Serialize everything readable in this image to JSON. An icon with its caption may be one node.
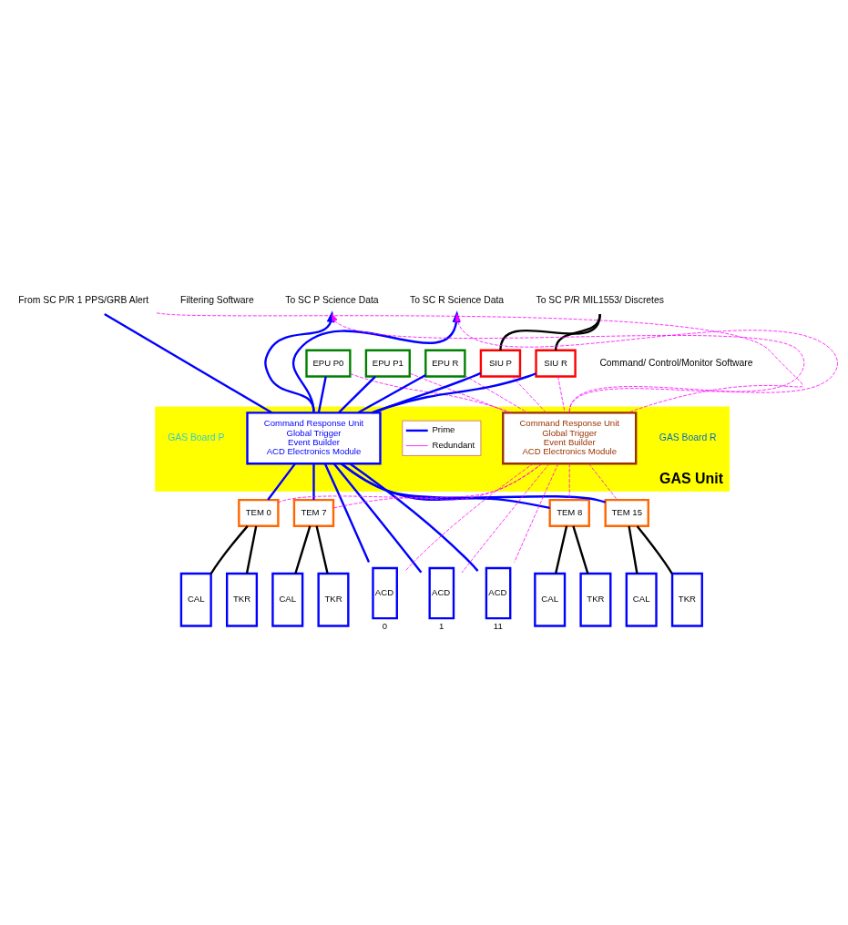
{
  "diagram": {
    "nodes": [
      {
        "text": [
          "From SC P/R 1 PPS/GRB Alert"
        ]
      },
      {
        "text": [
          "To SC P Science Data"
        ]
      },
      {
        "text": [
          "To SC R Science Data"
        ]
      },
      {
        "text": [
          "To SC P/R MIL1553/ Discretes"
        ]
      },
      {
        "text": [
          "EPU P0"
        ]
      },
      {
        "text": [
          "EPU P1"
        ]
      },
      {
        "text": [
          "EPU R"
        ]
      },
      {
        "text": [
          "SIU P"
        ]
      },
      {
        "text": [
          "SIU R"
        ]
      },
      {
        "text": [
          "GAS Unit"
        ]
      },
      {
        "text": [
          "Command Response Unit",
          "Global Trigger",
          "Event Builder",
          "ACD Electronics Module"
        ],
        "in": 9,
        "beside": [
          "GAS Board P"
        ]
      },
      {
        "text": [
          "Command Response Unit",
          "Global Trigger",
          "Event Builder",
          "ACD Electronics Module"
        ],
        "in": 9,
        "beside": [
          "GAS Board R"
        ]
      },
      {
        "text": [
          "TEM 0"
        ]
      },
      {
        "text": [
          "CAL"
        ]
      },
      {
        "text": [
          "TKR"
        ]
      },
      {
        "text": [
          "TEM 7"
        ]
      },
      {
        "text": [
          "CAL"
        ]
      },
      {
        "text": [
          "TKR"
        ]
      },
      {
        "text": [
          "ACD"
        ],
        "beside": [
          "0"
        ]
      },
      {
        "text": [
          "ACD"
        ],
        "beside": [
          "1"
        ]
      },
      {
        "text": [
          "ACD"
        ],
        "beside": [
          "11"
        ]
      },
      {
        "text": [
          "TEM 8"
        ]
      },
      {
        "text": [
          "CAL"
        ]
      },
      {
        "text": [
          "TKR"
        ]
      },
      {
        "text": [
          "TEM 15"
        ]
      },
      {
        "text": [
          "CAL"
        ]
      },
      {
        "text": [
          "TKR"
        ]
      }
    ],
    "edges": [
      {
        "from": 0,
        "to": 10,
        "arrow": "none",
        "color": "#0000ff"
      },
      {
        "from": 0,
        "to": 11,
        "arrow": "none",
        "style": "dashed",
        "color": "#ff00ff"
      },
      {
        "from": 4,
        "to": 10,
        "arrow": "none",
        "color": "#0000ff"
      },
      {
        "from": 4,
        "to": 11,
        "arrow": "none",
        "style": "dashed",
        "color": "#ff00ff"
      },
      {
        "from": 5,
        "to": 10,
        "arrow": "none",
        "color": "#0000ff"
      },
      {
        "from": 5,
        "to": 11,
        "arrow": "none",
        "style": "dashed",
        "color": "#ff00ff"
      },
      {
        "from": 6,
        "to": 10,
        "arrow": "none",
        "color": "#0000ff"
      },
      {
        "from": 6,
        "to": 11,
        "arrow": "none",
        "style": "dashed",
        "color": "#ff00ff"
      },
      {
        "from": 10,
        "to": 1,
        "arrow": "to",
        "color": "#0000ff"
      },
      {
        "from": 11,
        "to": 1,
        "arrow": "to",
        "style": "dashed",
        "color": "#ff00ff"
      },
      {
        "from": 10,
        "to": 2,
        "arrow": "to",
        "color": "#0000ff"
      },
      {
        "from": 11,
        "to": 2,
        "arrow": "to",
        "style": "dashed",
        "color": "#ff00ff"
      },
      {
        "from": 7,
        "to": 10,
        "arrow": "none",
        "color": "#0000ff"
      },
      {
        "from": 7,
        "to": 11,
        "arrow": "none",
        "style": "dashed",
        "color": "#ff00ff"
      },
      {
        "from": 8,
        "to": 10,
        "arrow": "none",
        "color": "#0000ff"
      },
      {
        "from": 8,
        "to": 11,
        "arrow": "none",
        "style": "dashed",
        "color": "#ff00ff"
      },
      {
        "from": 7,
        "to": 3,
        "arrow": "none",
        "color": "#000000"
      },
      {
        "from": 8,
        "to": 3,
        "arrow": "none",
        "color": "#000000"
      },
      {
        "from": 10,
        "to": 12,
        "arrow": "none",
        "color": "#0000ff"
      },
      {
        "from": 11,
        "to": 12,
        "arrow": "none",
        "style": "dashed",
        "color": "#ff00ff"
      },
      {
        "from": 10,
        "to": 15,
        "arrow": "none",
        "color": "#0000ff"
      },
      {
        "from": 11,
        "to": 15,
        "arrow": "none",
        "style": "dashed",
        "color": "#ff00ff"
      },
      {
        "from": 10,
        "to": 18,
        "arrow": "none",
        "color": "#0000ff"
      },
      {
        "from": 11,
        "to": 18,
        "arrow": "none",
        "style": "dashed",
        "color": "#ff00ff"
      },
      {
        "from": 10,
        "to": 19,
        "arrow": "none",
        "color": "#0000ff"
      },
      {
        "from": 11,
        "to": 19,
        "arrow": "none",
        "style": "dashed",
        "color": "#ff00ff"
      },
      {
        "from": 10,
        "to": 20,
        "arrow": "none",
        "color": "#0000ff"
      },
      {
        "from": 11,
        "to": 20,
        "arrow": "none",
        "style": "dashed",
        "color": "#ff00ff"
      },
      {
        "from": 10,
        "to": 21,
        "arrow": "none",
        "color": "#0000ff"
      },
      {
        "from": 11,
        "to": 21,
        "arrow": "none",
        "style": "dashed",
        "color": "#ff00ff"
      },
      {
        "from": 10,
        "to": 24,
        "arrow": "none",
        "color": "#0000ff"
      },
      {
        "from": 11,
        "to": 24,
        "arrow": "none",
        "style": "dashed",
        "color": "#ff00ff"
      },
      {
        "from": 12,
        "to": 13,
        "arrow": "none",
        "color": "#000000"
      },
      {
        "from": 12,
        "to": 14,
        "arrow": "none",
        "color": "#000000"
      },
      {
        "from": 15,
        "to": 16,
        "arrow": "none",
        "color": "#000000"
      },
      {
        "from": 15,
        "to": 17,
        "arrow": "none",
        "color": "#000000"
      },
      {
        "from": 21,
        "to": 22,
        "arrow": "none",
        "color": "#000000"
      },
      {
        "from": 21,
        "to": 23,
        "arrow": "none",
        "color": "#000000"
      },
      {
        "from": 24,
        "to": 25,
        "arrow": "none",
        "color": "#000000"
      },
      {
        "from": 24,
        "to": 26,
        "arrow": "none",
        "color": "#000000"
      }
    ],
    "labels": [
      "Filtering Software",
      "Command/ Control/Monitor Software"
    ],
    "legend": [
      {
        "text": "Prime"
      },
      {
        "text": "Redundant"
      }
    ]
  }
}
